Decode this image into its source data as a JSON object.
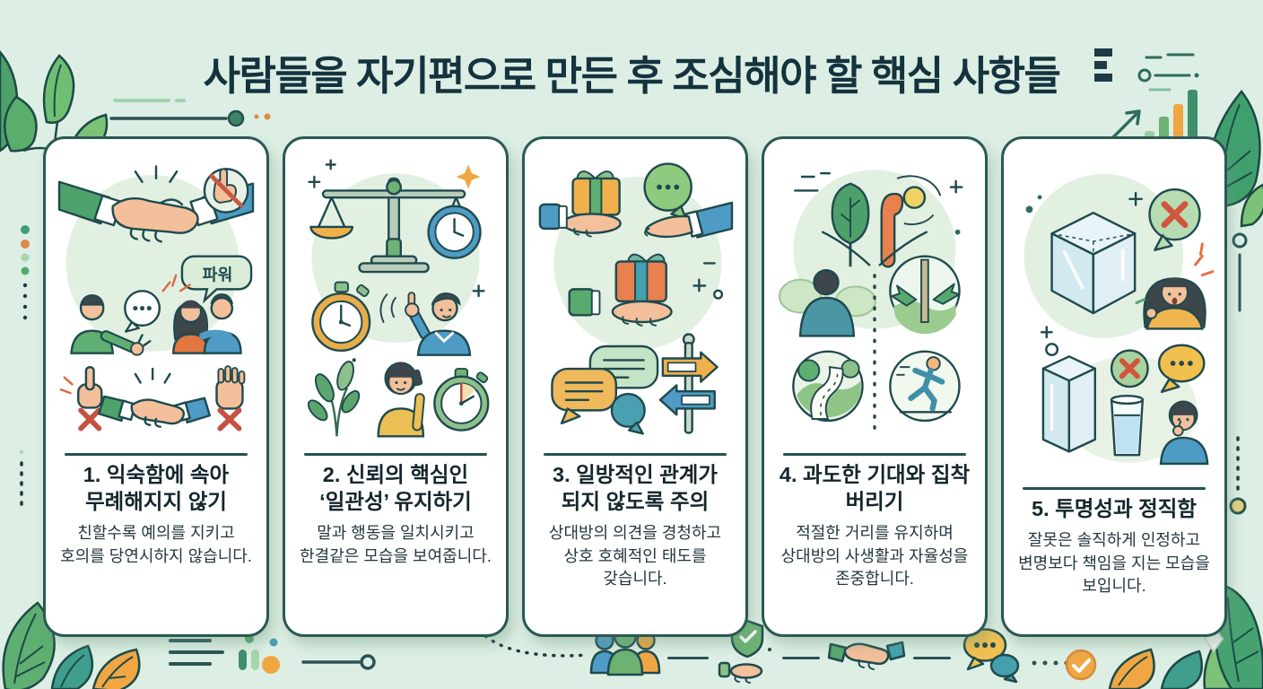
{
  "header": {
    "title": "사람들을 자기편으로 만든 후 조심해야 할 핵심 사항들"
  },
  "cards": [
    {
      "title": "1. 익숙함에 속아 무례해지지 않기",
      "body": "친할수록 예의를 지키고 호의를 당연시하지 않습니다.",
      "bubble_text": "파워",
      "illustration": "handshake-respect"
    },
    {
      "title": "2. 신뢰의 핵심인 ‘일관성’ 유지하기",
      "body": "말과 행동을 일치시키고 한결같은 모습을 보여줍니다.",
      "illustration": "balance-scale-consistency"
    },
    {
      "title": "3. 일방적인 관계가 되지 않도록 주의",
      "body": "상대방의 의견을 경청하고 상호 호혜적인 태도를 갖습니다.",
      "illustration": "gift-exchange-reciprocity"
    },
    {
      "title": "4. 과도한 기대와 집착 버리기",
      "body": "적절한 거리를 유지하며 상대방의 사생활과 자율성을 존중합니다.",
      "illustration": "healthy-distance-paths"
    },
    {
      "title": "5. 투명성과 정직함",
      "body": "잘못은 솔직하게 인정하고 변명보다 책임을 지는 모습을 보입니다.",
      "illustration": "transparency-glass"
    }
  ],
  "footer_icons": [
    "menu-lines",
    "dots-cluster",
    "line-node",
    "people-group",
    "shield-hand",
    "handshake",
    "chat-bubbles",
    "check-circle"
  ],
  "palette": {
    "background": "#ddefe4",
    "card_border": "#2a5954",
    "heading": "#14333e",
    "outline": "#1f4a4e",
    "green": "#57a86d",
    "light_green": "#8cc08c",
    "blue": "#4e9bc6",
    "teal": "#44a0ae",
    "orange": "#f0a743",
    "red": "#d2543e",
    "skin": "#f4bf9b"
  }
}
